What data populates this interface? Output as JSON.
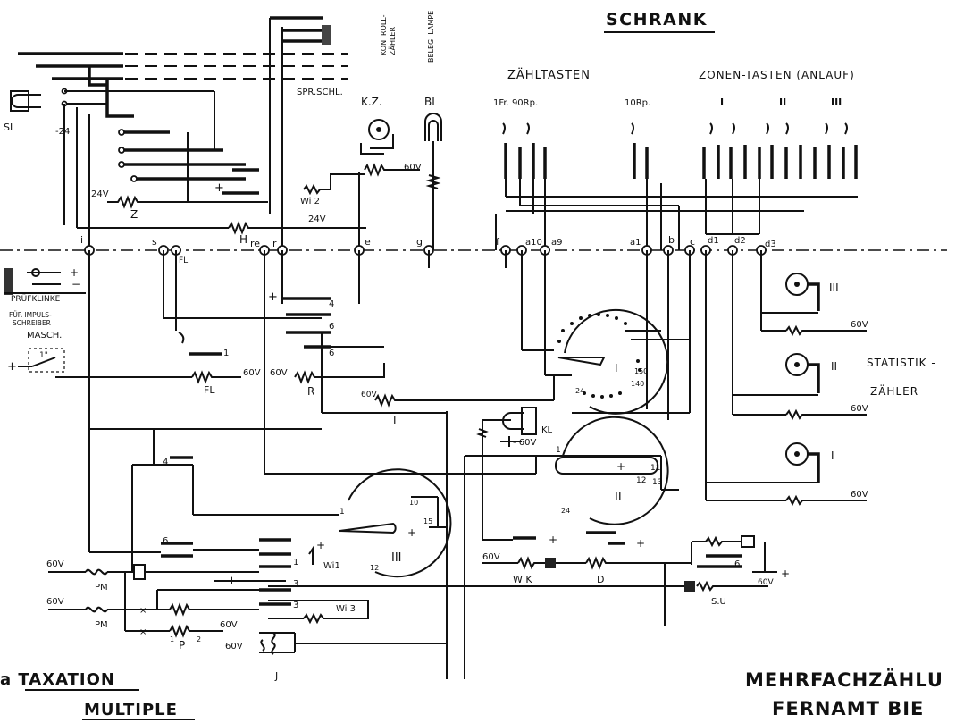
{
  "header": {
    "title": "SCHRANK"
  },
  "top_labels": {
    "kontroll": "KONTROLL-",
    "zaehler": "ZÄHLER",
    "beleg": "BELEG. LAMPE",
    "sprschl": "SPR.SCHL.",
    "kz": "K.Z.",
    "bl": "BL",
    "zaehltasten": "ZÄHLTASTEN",
    "zonentasten": "ZONEN-TASTEN (ANLAUF)",
    "fr90": "1Fr. 90Rp.",
    "rp10": "10Rp.",
    "zone_i": "I",
    "zone_ii": "II",
    "zone_iii": "III"
  },
  "left_labels": {
    "sl": "SL",
    "minus24": "-24",
    "v24a": "24V",
    "z": "Z",
    "h": "H",
    "v24b": "24V",
    "wi2": "Wi 2",
    "v60a": "60V",
    "pruefklinke": "PRÜFKLINKE",
    "fuer": "FÜR IMPULS-",
    "schreiber": "SCHREIBER",
    "masch": "MASCH.",
    "one_s": "1\"",
    "fl1": "FL",
    "fl2": "FL",
    "v60b": "60V",
    "v60c": "60V",
    "r": "R",
    "v60d": "60V",
    "i_rel": "I"
  },
  "bus_nodes": [
    "i",
    "s",
    "re",
    "r",
    "e",
    "g",
    "f",
    "a10",
    "a9",
    "a1",
    "b",
    "c",
    "d1",
    "d2",
    "d3"
  ],
  "switch_labels": {
    "n4a": "4",
    "n6a": "6",
    "n6b": "6",
    "n1a": "1",
    "n4b": "4",
    "n6c": "6",
    "n1b": "1",
    "n3a": "3",
    "n3b": "3"
  },
  "selector_labels": {
    "sel_i": "I",
    "sel_ii": "II",
    "sel_iii": "III",
    "n1": "1",
    "n11": "11",
    "n12": "12",
    "n13": "13",
    "n150": "150",
    "n140": "140",
    "n24": "24",
    "n10": "10",
    "n15": "15"
  },
  "bottom_left": {
    "v60e": "60V",
    "pm1": "PM",
    "v60f": "60V",
    "pm2": "PM",
    "p": "P",
    "p1": "1",
    "p2": "2",
    "wi1": "Wi1",
    "wi3": "Wi 3",
    "v60g": "60V",
    "v60h": "60V",
    "j": "J",
    "plus": "+"
  },
  "bottom_right": {
    "kl": "KL",
    "minus60": "- 60V",
    "v60i": "60V",
    "wk": "W K",
    "d": "D",
    "su": "S.U",
    "v60j": "60V",
    "n6": "6"
  },
  "statistik": {
    "label1": "STATISTIK -",
    "label2": "ZÄHLER",
    "iii": "III",
    "ii": "II",
    "i": "I",
    "v60a": "60V",
    "v60b": "60V",
    "v60c": "60V"
  },
  "footer": {
    "left1": "a TAXATION",
    "left2": "MULTIPLE",
    "right1": "MEHRFACHZÄHLU",
    "right2": "FERNAMT BIE"
  }
}
